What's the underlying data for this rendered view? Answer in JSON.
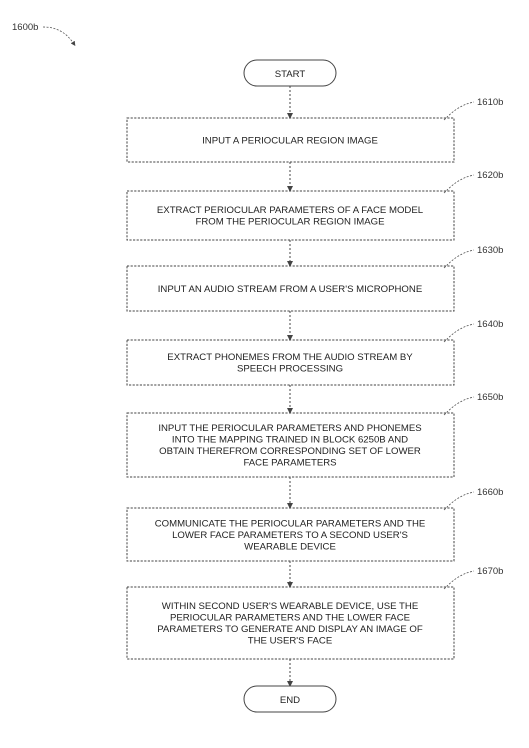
{
  "figure_label": "1600b",
  "start": {
    "label": "START"
  },
  "end": {
    "label": "END"
  },
  "steps": [
    {
      "ref": "1610b",
      "lines": [
        "INPUT A PERIOCULAR REGION IMAGE"
      ]
    },
    {
      "ref": "1620b",
      "lines": [
        "EXTRACT PERIOCULAR PARAMETERS OF A FACE MODEL",
        "FROM THE PERIOCULAR REGION IMAGE"
      ]
    },
    {
      "ref": "1630b",
      "lines": [
        "INPUT AN AUDIO STREAM FROM A USER'S MICROPHONE"
      ]
    },
    {
      "ref": "1640b",
      "lines": [
        "EXTRACT PHONEMES FROM THE AUDIO STREAM BY",
        "SPEECH PROCESSING"
      ]
    },
    {
      "ref": "1650b",
      "lines": [
        "INPUT THE PERIOCULAR PARAMETERS AND PHONEMES",
        "INTO THE MAPPING TRAINED IN BLOCK 6250B AND",
        "OBTAIN THEREFROM CORRESPONDING SET OF LOWER",
        "FACE PARAMETERS"
      ]
    },
    {
      "ref": "1660b",
      "lines": [
        "COMMUNICATE THE PERIOCULAR PARAMETERS AND THE",
        "LOWER FACE PARAMETERS TO A SECOND USER'S",
        "WEARABLE DEVICE"
      ]
    },
    {
      "ref": "1670b",
      "lines": [
        "WITHIN SECOND USER'S WEARABLE DEVICE, USE THE",
        "PERIOCULAR PARAMETERS AND THE LOWER FACE",
        "PARAMETERS TO GENERATE AND DISPLAY AN IMAGE OF",
        "THE USER'S FACE"
      ]
    }
  ],
  "colors": {
    "stroke": "#444444",
    "text": "#222222",
    "background": "#ffffff"
  }
}
